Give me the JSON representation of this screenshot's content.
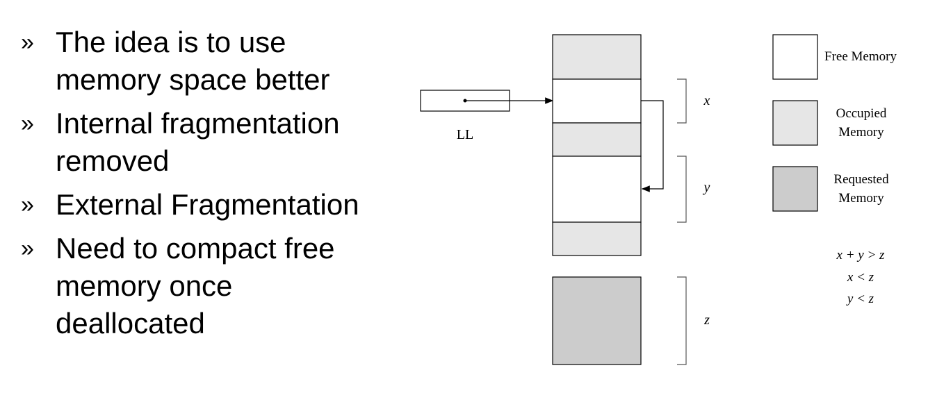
{
  "bullets": [
    {
      "marker": "»",
      "lines": [
        "The idea is to use",
        "memory space better"
      ]
    },
    {
      "marker": "»",
      "lines": [
        "Internal fragmentation",
        "removed"
      ]
    },
    {
      "marker": "»",
      "lines": [
        "External Fragmentation"
      ]
    },
    {
      "marker": "»",
      "lines": [
        "Need to compact free",
        "memory once",
        "deallocated"
      ]
    }
  ],
  "diagram": {
    "pointer_label": "LL",
    "brace_labels": {
      "x": "x",
      "y": "y",
      "z": "z"
    },
    "legend": {
      "free": [
        "Free Memory"
      ],
      "occupied": [
        "Occupied",
        "Memory"
      ],
      "requested": [
        "Requested",
        "Memory"
      ]
    },
    "conditions": [
      "x + y > z",
      "x < z",
      "y < z"
    ],
    "colors": {
      "free": "#ffffff",
      "occupied": "#e6e6e6",
      "requested": "#cccccc",
      "stroke": "#000000"
    }
  }
}
